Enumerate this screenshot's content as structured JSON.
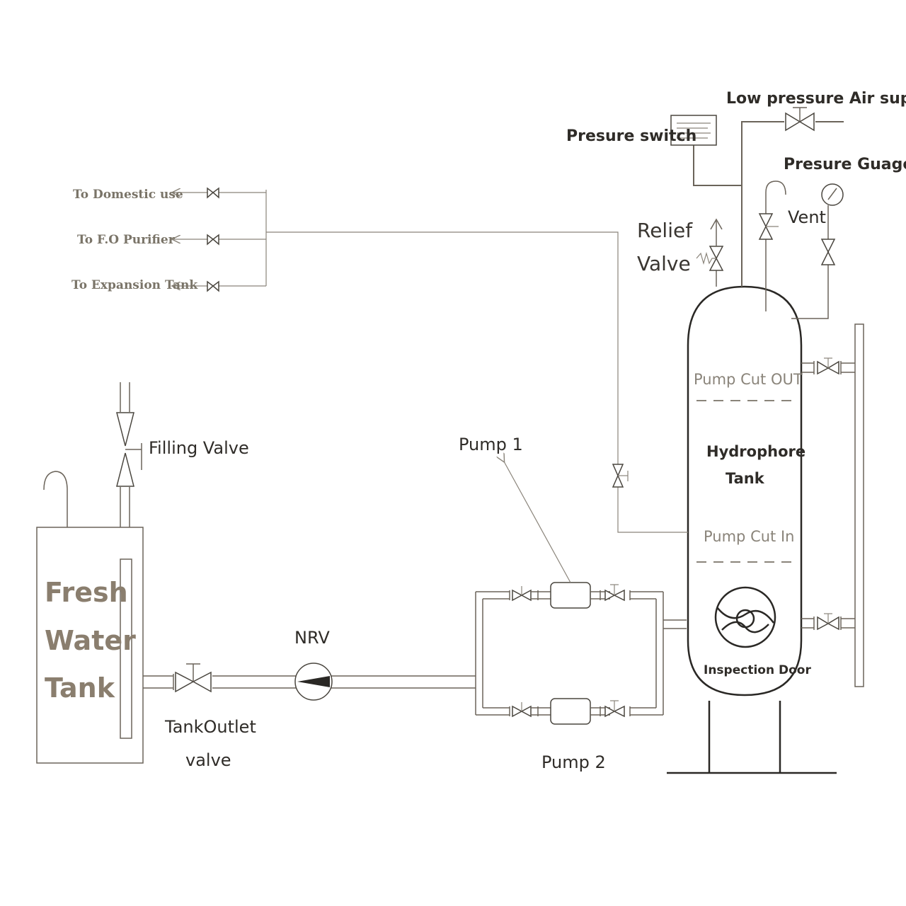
{
  "labels": {
    "low_pressure_air": "Low pressure Air supply",
    "pressure_switch": "Presure switch",
    "pressure_gauge": "Presure Guage",
    "vent": "Vent",
    "relief_valve_1": "Relief",
    "relief_valve_2": "Valve",
    "to_domestic": "To Domestic use",
    "to_fo_purifier": "To F.O Purifier",
    "to_expansion": "To Expansion Tank",
    "pump_cut_out": "Pump Cut OUT",
    "hydrophore_1": "Hydrophore",
    "hydrophore_2": "Tank",
    "pump_cut_in": "Pump Cut In",
    "inspection_door": "Inspection Door",
    "filling_valve": "Filling Valve",
    "pump1": "Pump 1",
    "pump2": "Pump 2",
    "nrv": "NRV",
    "fresh_water_1": "Fresh",
    "fresh_water_2": "Water",
    "fresh_water_3": "Tank",
    "outlet_valve_1": "TankOutlet",
    "outlet_valve_2": "valve"
  },
  "colors": {
    "pipe": "#6b645a",
    "text": "#2f2c28",
    "tank_label": "#8a7e6e"
  }
}
